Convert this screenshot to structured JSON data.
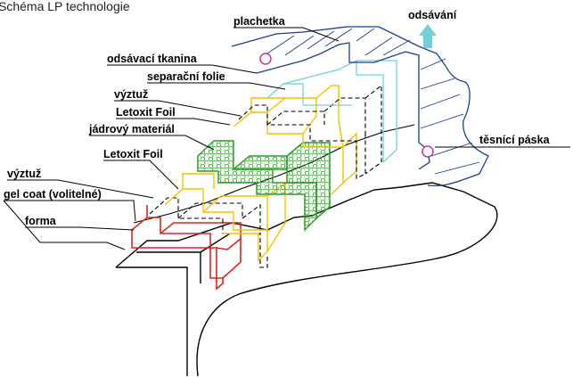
{
  "title": "Schéma LP technologie",
  "labels": {
    "plachetka": "plachetka",
    "odsavani": "odsávání",
    "odsavaci_tkanina": "odsávací tkanina",
    "separacni_folie": "separační folie",
    "vyztuz_top": "výztuž",
    "letoxit_foil_top": "Letoxit Foil",
    "jadrovy_material": "jádrový materiál",
    "letoxit_foil_bottom": "Letoxit Foil",
    "vyztuz_bottom": "výztuž",
    "gel_coat": "gel coat (volitelné)",
    "forma": "forma",
    "tesnici_paska": "těsnící páska"
  },
  "colors": {
    "forma": "#000000",
    "gel_coat": "#e0241b",
    "letoxit_foil": "#f2c200",
    "jadrovy_material": "#2f9e2a",
    "vyztuz": "#000000",
    "separacni_folie": "#6fd2d8",
    "plachetka": "#1c3d8f",
    "odsavani_arrow": "#6fd2d8",
    "seal": "#c0399a"
  }
}
